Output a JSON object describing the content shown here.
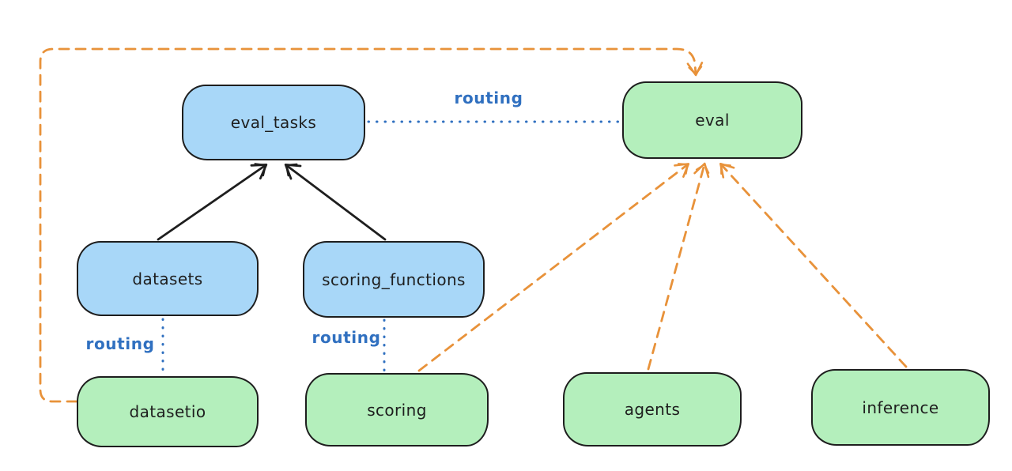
{
  "diagram": {
    "nodes": [
      {
        "id": "eval_tasks",
        "label": "eval_tasks",
        "fill": "#a8d7f8"
      },
      {
        "id": "eval",
        "label": "eval",
        "fill": "#b4efbc"
      },
      {
        "id": "datasets",
        "label": "datasets",
        "fill": "#a8d7f8"
      },
      {
        "id": "scoring_functions",
        "label": "scoring_functions",
        "fill": "#a8d7f8"
      },
      {
        "id": "datasetio",
        "label": "datasetio",
        "fill": "#b4efbc"
      },
      {
        "id": "scoring",
        "label": "scoring",
        "fill": "#b4efbc"
      },
      {
        "id": "agents",
        "label": "agents",
        "fill": "#b4efbc"
      },
      {
        "id": "inference",
        "label": "inference",
        "fill": "#b4efbc"
      }
    ],
    "edges": [
      {
        "from": "eval_tasks",
        "to": "eval",
        "label": "routing",
        "style": "dotted-blue"
      },
      {
        "from": "datasets",
        "to": "datasetio",
        "label": "routing",
        "style": "dotted-blue"
      },
      {
        "from": "scoring_functions",
        "to": "scoring",
        "label": "routing",
        "style": "dotted-blue"
      },
      {
        "from": "datasets",
        "to": "eval_tasks",
        "style": "solid-black-arrow"
      },
      {
        "from": "scoring_functions",
        "to": "eval_tasks",
        "style": "solid-black-arrow"
      },
      {
        "from": "datasetio",
        "to": "eval",
        "style": "dashed-orange-arrow"
      },
      {
        "from": "scoring",
        "to": "eval",
        "style": "dashed-orange-arrow"
      },
      {
        "from": "agents",
        "to": "eval",
        "style": "dashed-orange-arrow"
      },
      {
        "from": "inference",
        "to": "eval",
        "style": "dashed-orange-arrow"
      }
    ],
    "colors": {
      "background": "#ffffff",
      "node_stroke": "#1e1e1e",
      "node_blue_fill": "#a8d7f8",
      "node_green_fill": "#b4efbc",
      "black_arrow": "#1e1e1e",
      "routing_blue": "#3070c0",
      "orange_dashed": "#e8923a"
    }
  }
}
